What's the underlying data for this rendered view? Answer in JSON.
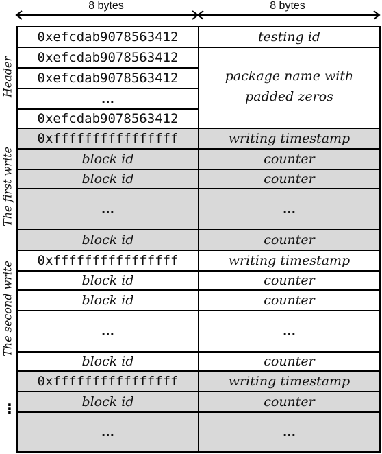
{
  "header": {
    "left_width_label": "8 bytes",
    "right_width_label": "8 bytes"
  },
  "side_labels": {
    "header": "Header",
    "first_write": "The first write",
    "second_write": "The second write",
    "continuation": "⋮"
  },
  "rows": {
    "r0": {
      "left": "0xefcdab9078563412",
      "right": "testing id"
    },
    "r1": {
      "left": "0xefcdab9078563412"
    },
    "r2": {
      "left": "0xefcdab9078563412"
    },
    "r3": {
      "left": "…"
    },
    "r4": {
      "left": "0xefcdab9078563412"
    },
    "package_name": "package name with padded zeros",
    "w1_ts": {
      "left": "0xffffffffffffffff",
      "right": "writing timestamp"
    },
    "w1_b1": {
      "left": "block id",
      "right": "counter"
    },
    "w1_b2": {
      "left": "block id",
      "right": "counter"
    },
    "w1_dots": {
      "left": "…",
      "right": "…"
    },
    "w1_b3": {
      "left": "block id",
      "right": "counter"
    },
    "w2_ts": {
      "left": "0xffffffffffffffff",
      "right": "writing timestamp"
    },
    "w2_b1": {
      "left": "block id",
      "right": "counter"
    },
    "w2_b2": {
      "left": "block id",
      "right": "counter"
    },
    "w2_dots": {
      "left": "…",
      "right": "…"
    },
    "w2_b3": {
      "left": "block id",
      "right": "counter"
    },
    "w3_ts": {
      "left": "0xffffffffffffffff",
      "right": "writing timestamp"
    },
    "w3_b1": {
      "left": "block id",
      "right": "counter"
    },
    "w3_dots": {
      "left": "…",
      "right": "…"
    }
  },
  "colors": {
    "shaded": "#d9d9d9",
    "line": "#000000"
  }
}
